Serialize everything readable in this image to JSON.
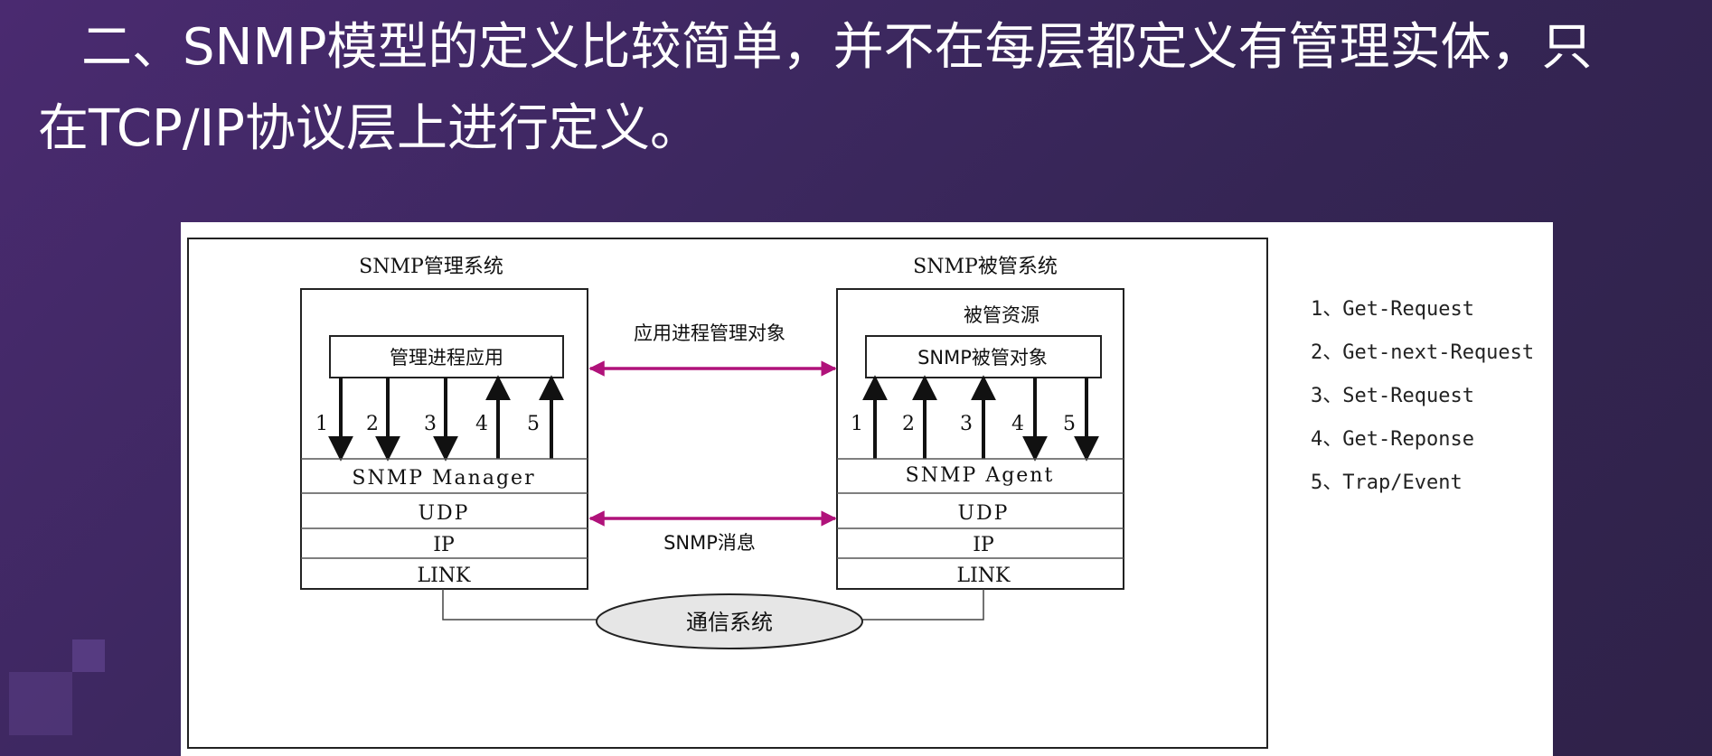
{
  "slide": {
    "heading_line1": "二、SNMP模型的定义比较简单，并不在每层都定义有管理实体，只",
    "heading_line2": "在TCP/IP协议层上进行定义。"
  },
  "diagram": {
    "manager": {
      "title": "SNMP管理系统",
      "app_box": "管理进程应用",
      "layers": [
        "SNMP Manager",
        "UDP",
        "IP",
        "LINK"
      ]
    },
    "agent": {
      "title": "SNMP被管系统",
      "resource_label": "被管资源",
      "object_box": "SNMP被管对象",
      "layers": [
        "SNMP Agent",
        "UDP",
        "IP",
        "LINK"
      ]
    },
    "arrow_numbers": [
      "1",
      "2",
      "3",
      "4",
      "5"
    ],
    "app_link_label": "应用进程管理对象",
    "message_label": "SNMP消息",
    "comm_system": "通信系统",
    "accent_color": "#b0127a"
  },
  "legend": [
    "1、Get-Request",
    "2、Get-next-Request",
    "3、Set-Request",
    "4、Get-Reponse",
    "5、Trap/Event"
  ]
}
